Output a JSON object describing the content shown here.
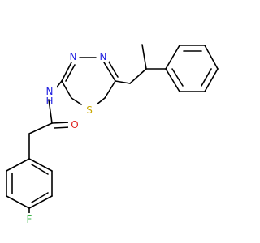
{
  "molecule": {
    "atoms": {
      "N_amide": {
        "symbol": "N",
        "suffix": "H",
        "color": "#1f1fe0"
      },
      "O_carbonyl": {
        "symbol": "O",
        "color": "#e0231f"
      },
      "S_ring": {
        "symbol": "S",
        "color": "#c9a800"
      },
      "N_ring_a": {
        "symbol": "N",
        "color": "#1f1fe0"
      },
      "N_ring_b": {
        "symbol": "N",
        "color": "#1f1fe0"
      },
      "F": {
        "symbol": "F",
        "color": "#3cb44a"
      }
    },
    "bond_color": "#000000",
    "background": "#ffffff"
  }
}
